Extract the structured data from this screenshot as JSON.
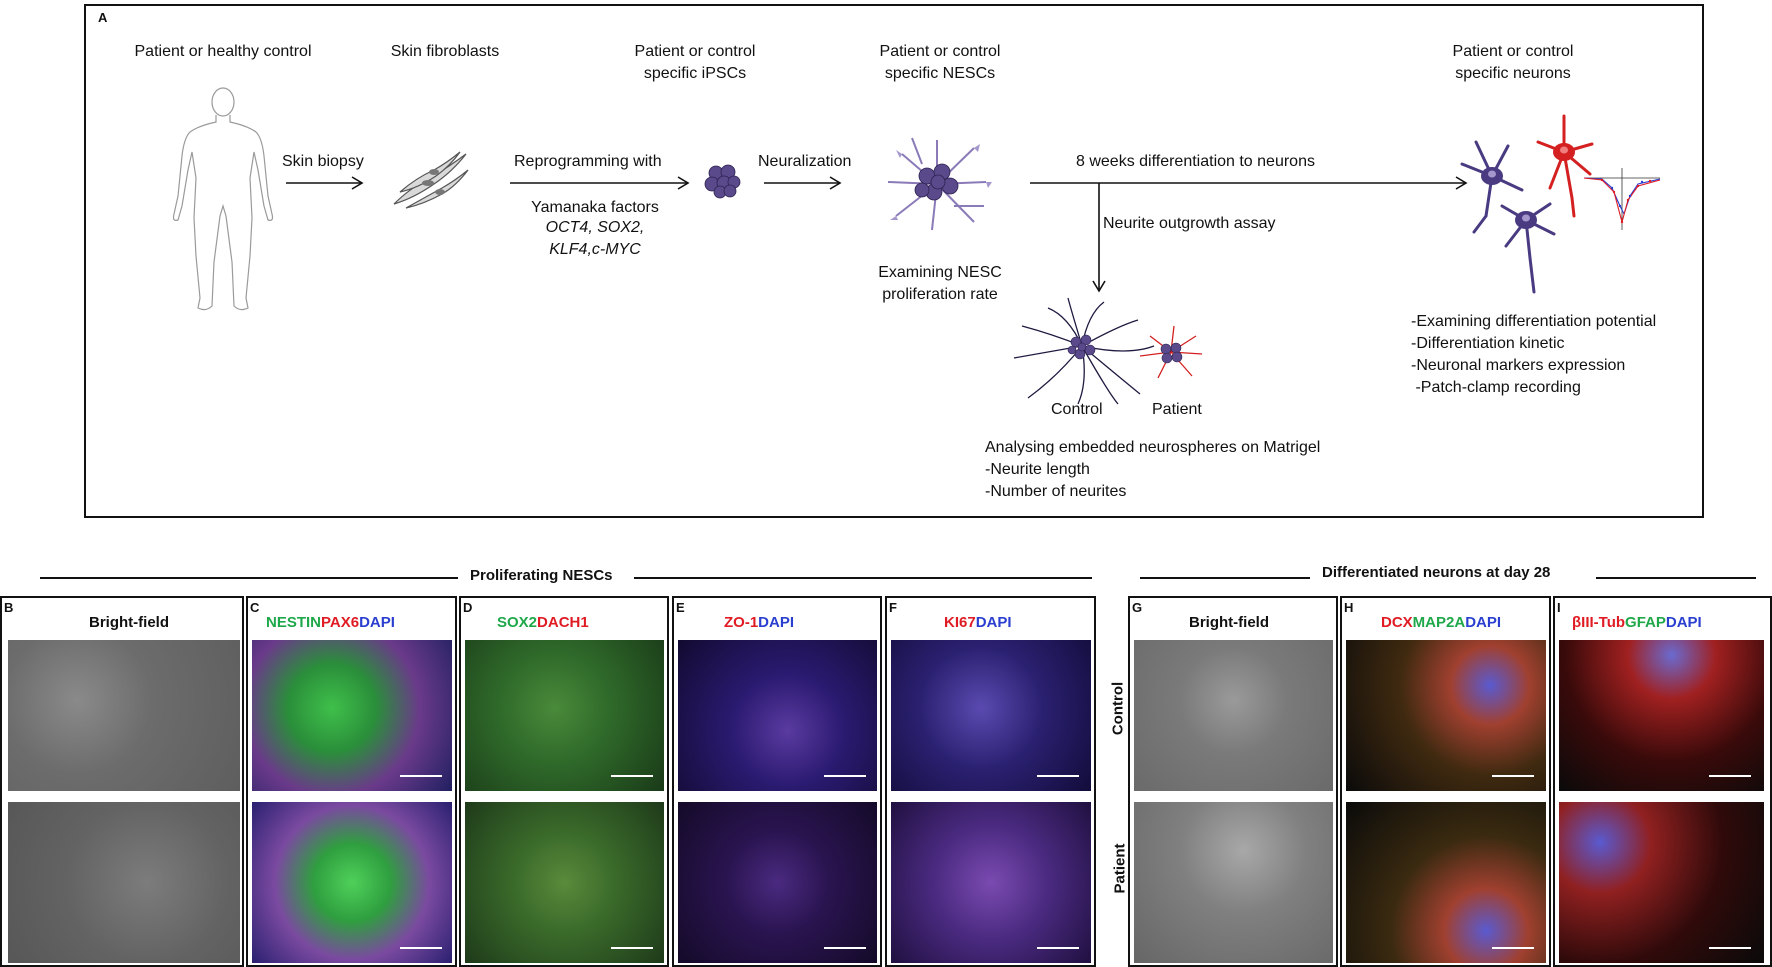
{
  "panel_a": {
    "letter": "A",
    "headings": {
      "patient": "Patient or healthy control",
      "fibroblasts": "Skin fibroblasts",
      "ipsc_1": "Patient or control",
      "ipsc_2": "specific iPSCs",
      "nesc_1": "Patient or control",
      "nesc_2": "specific NESCs",
      "neuron_1": "Patient or control",
      "neuron_2": "specific neurons"
    },
    "arrows": {
      "biopsy": "Skin biopsy",
      "reprog": "Reprogramming with",
      "yamanaka": "Yamanaka factors",
      "factors_1": "OCT4, SOX2,",
      "factors_2": "KLF4,c-MYC",
      "neuralization": "Neuralization",
      "diff": "8 weeks differentiation to neurons",
      "neurite": "Neurite outgrowth assay"
    },
    "nesc_exam_1": "Examining NESC",
    "nesc_exam_2": "proliferation rate",
    "sphere_control": "Control",
    "sphere_patient": "Patient",
    "assay_text": [
      "Analysing embedded neurospheres on Matrigel",
      "-Neurite length",
      "-Number of neurites"
    ],
    "neuron_text": [
      "-Examining differentiation potential",
      "-Differentiation kinetic",
      "-Neuronal markers expression",
      " -Patch-clamp recording"
    ]
  },
  "sections": {
    "nesc": "Proliferating NESCs",
    "neurons": "Differentiated neurons at day 28"
  },
  "row_labels": {
    "control": "Control",
    "patient": "Patient"
  },
  "panels": {
    "B": {
      "letter": "B",
      "title": "Bright-field"
    },
    "C": {
      "letter": "C",
      "m1": "NESTIN",
      "m2": "PAX6",
      "m3": "DAPI"
    },
    "D": {
      "letter": "D",
      "m1": "SOX2",
      "m2": "DACH1"
    },
    "E": {
      "letter": "E",
      "m1": "ZO-1",
      "m2": "DAPI"
    },
    "F": {
      "letter": "F",
      "m1": "KI67",
      "m2": "DAPI"
    },
    "G": {
      "letter": "G",
      "title": "Bright-field"
    },
    "H": {
      "letter": "H",
      "m1": "DCX",
      "m2": "MAP2A",
      "m3": "DAPI"
    },
    "I": {
      "letter": "I",
      "m1": "βIII-Tub",
      "m2": "GFAP",
      "m3": "DAPI"
    }
  },
  "colors": {
    "green": "#1fa84a",
    "red": "#e01b24",
    "blue": "#2a3fd0",
    "purple": "#5a4a8c"
  }
}
